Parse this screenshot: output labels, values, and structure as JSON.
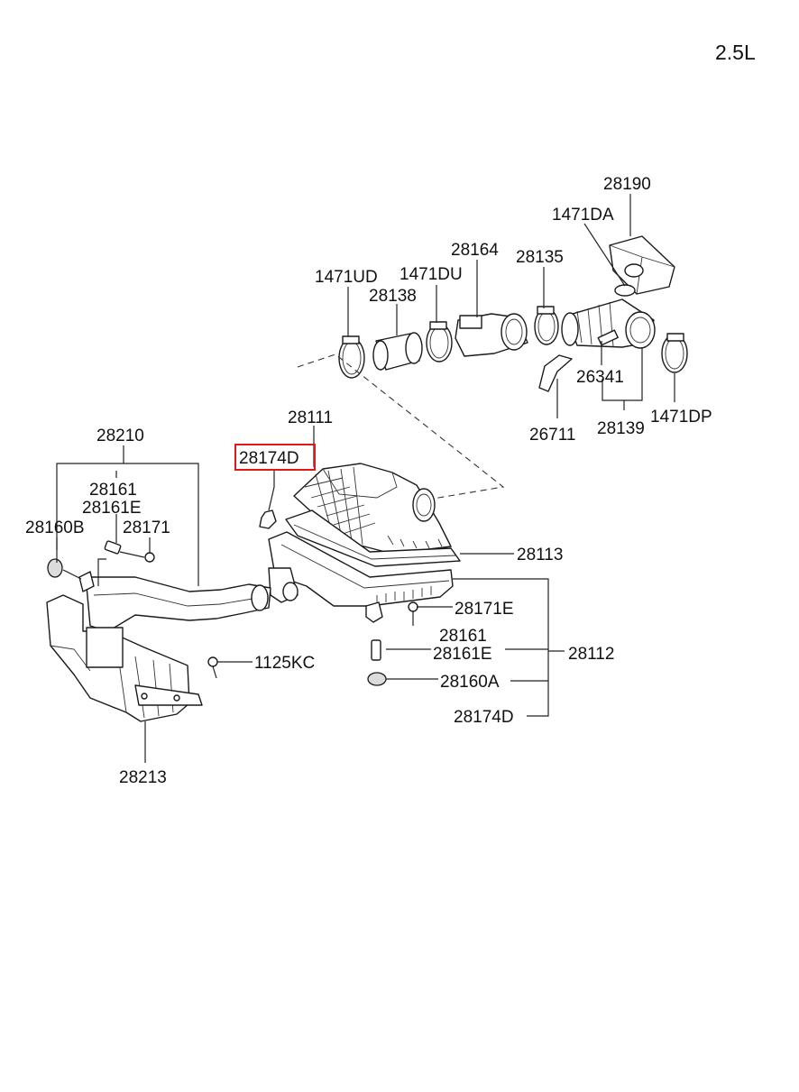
{
  "engine_label": "2.5L",
  "highlight_color": "#e01818",
  "labels": {
    "p28190": "28190",
    "p1471DA": "1471DA",
    "p28164": "28164",
    "p28135": "28135",
    "p1471UD": "1471UD",
    "p1471DU": "1471DU",
    "p28138": "28138",
    "p26341": "26341",
    "p26711": "26711",
    "p28139": "28139",
    "p1471DP": "1471DP",
    "p28111": "28111",
    "p28174D_top": "28174D",
    "p28210": "28210",
    "p28161_left": "28161",
    "p28161E_left": "28161E",
    "p28160B": "28160B",
    "p28171": "28171",
    "p28113": "28113",
    "p28171E": "28171E",
    "p28161_right": "28161",
    "p28161E_right": "28161E",
    "p28112": "28112",
    "p1125KC": "1125KC",
    "p28160A": "28160A",
    "p28174D_bottom": "28174D",
    "p28213": "28213"
  }
}
